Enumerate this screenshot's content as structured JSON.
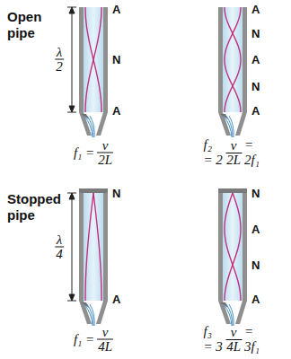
{
  "diagram": {
    "labels": [
      "Open pipe",
      "Stopped pipe",
      "λ",
      "2",
      "A",
      "N",
      "A",
      "A",
      "N",
      "A",
      "N",
      "A",
      "λ",
      "4",
      "N",
      "A",
      "N",
      "A",
      "N",
      "A",
      "f₁ =",
      "v",
      "2L",
      "f₂ = 2",
      "v",
      "2L",
      "= 2f₁",
      "f₁ =",
      "v",
      "4L",
      "f₃ = 3",
      "v",
      "4L",
      "= 3f₁"
    ]
  }
}
